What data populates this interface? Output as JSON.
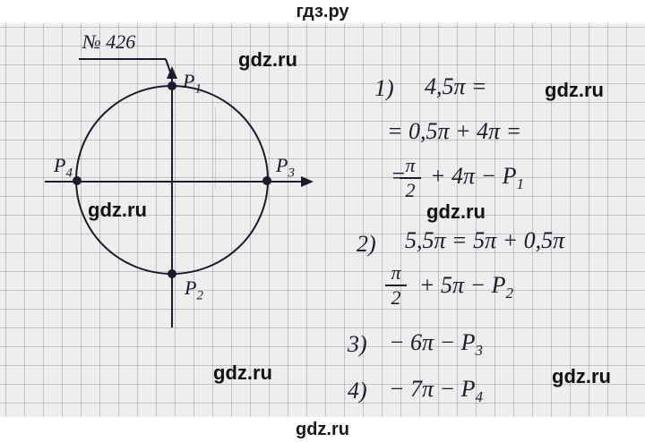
{
  "site_header": "гдз.ру",
  "site_footer": "gdz.ru",
  "watermark": "gdz.ru",
  "problem_number": "№ 426",
  "points": {
    "p1": "P",
    "p1_sub": "1",
    "p2": "P",
    "p2_sub": "2",
    "p3": "P",
    "p3_sub": "3",
    "p4": "P",
    "p4_sub": "4"
  },
  "solution": {
    "l1_num": "1)",
    "l1_expr": "4,5π =",
    "l2_expr": "= 0,5π + 4π =",
    "l3_frac_num": "π",
    "l3_frac_den": "2",
    "l3_rest": "+ 4π − P",
    "l3_sub": "1",
    "l4_num": "2)",
    "l4_expr": "5,5π = 5π + 0,5π",
    "l5_frac_num": "π",
    "l5_frac_den": "2",
    "l5_rest": "+ 5π − P",
    "l5_sub": "2",
    "l6_num": "3)",
    "l6_expr": "− 6π − P",
    "l6_sub": "3",
    "l7_num": "4)",
    "l7_expr": "− 7π − P",
    "l7_sub": "4"
  },
  "colors": {
    "ink": "#1b1b2e",
    "paper": "#eeeeee",
    "grid": "#8a8a8a"
  }
}
